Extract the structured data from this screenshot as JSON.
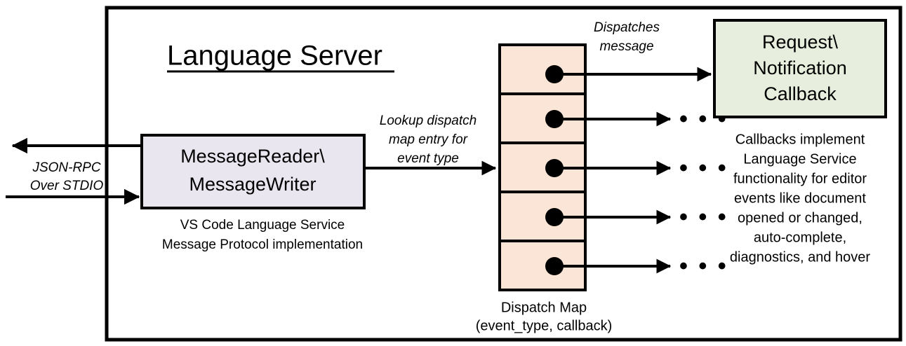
{
  "diagram": {
    "title": "Language Server",
    "outer_border_color": "#000000"
  },
  "external_io": {
    "protocol_label_line1": "JSON-RPC",
    "protocol_label_line2": "Over STDIO",
    "outbound_arrow_name": "outbound-jsonrpc-arrow",
    "inbound_arrow_name": "inbound-jsonrpc-arrow"
  },
  "message_io_box": {
    "line1": "MessageReader\\",
    "line2": "MessageWriter",
    "fill_color": "#e9e6ef",
    "caption_line1": "VS Code Language Service",
    "caption_line2": "Message Protocol implementation"
  },
  "lookup_label": {
    "line1": "Lookup dispatch",
    "line2": "map entry for",
    "line3": "event type"
  },
  "dispatch_map": {
    "fill_color": "#fbe5d6",
    "caption_line1": "Dispatch Map",
    "caption_line2": "(event_type, callback)",
    "rows": [
      {
        "index": 1,
        "target": "callback-box"
      },
      {
        "index": 2,
        "target": "ellipsis"
      },
      {
        "index": 3,
        "target": "ellipsis"
      },
      {
        "index": 4,
        "target": "ellipsis"
      },
      {
        "index": 5,
        "target": "ellipsis"
      }
    ],
    "ellipsis_glyph": "• • •"
  },
  "dispatch_label": {
    "line1": "Dispatches",
    "line2": "message"
  },
  "callback_box": {
    "line1": "Request\\",
    "line2": "Notification",
    "line3": "Callback",
    "fill_color": "#e7eedd",
    "note_lines": [
      "Callbacks implement",
      "Language Service",
      "functionality for editor",
      "events like document",
      "opened or changed,",
      "auto-complete,",
      "diagnostics, and hover"
    ]
  }
}
